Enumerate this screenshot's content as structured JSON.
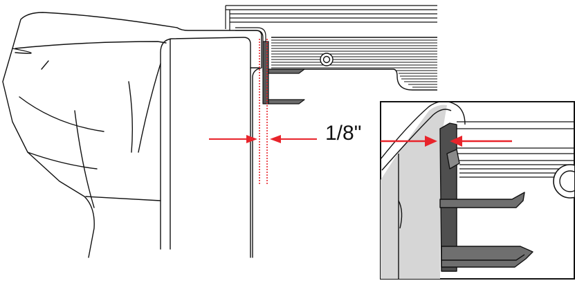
{
  "diagram": {
    "dimension_label": "1/8\"",
    "colors": {
      "line": "#111111",
      "arrow": "#e8242b",
      "dotted_guide": "#e8242b",
      "bracket_dark": "#4a4a4a",
      "bracket_mid": "#6b6b6b",
      "inset_shade": "#d6d6d6",
      "background": "#ffffff"
    },
    "parts": [
      "machine-housing",
      "rail-assembly",
      "mounting-screw",
      "bracket",
      "detail-inset"
    ]
  }
}
